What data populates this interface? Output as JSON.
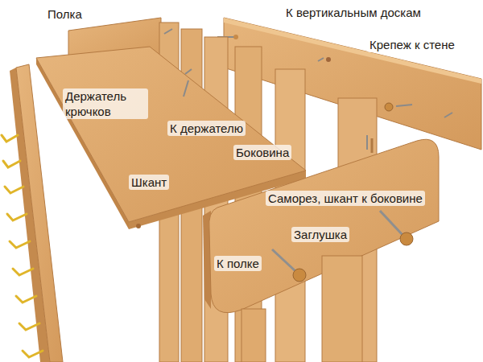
{
  "diagram": {
    "labels": [
      "Полка",
      "К вертикальным доскам",
      "Крепеж к стене",
      "Держатель крючков",
      "К держателю",
      "Шкант",
      "Боковина",
      "Саморез, шкант к боковине",
      "Заглушка",
      "К полке"
    ]
  }
}
